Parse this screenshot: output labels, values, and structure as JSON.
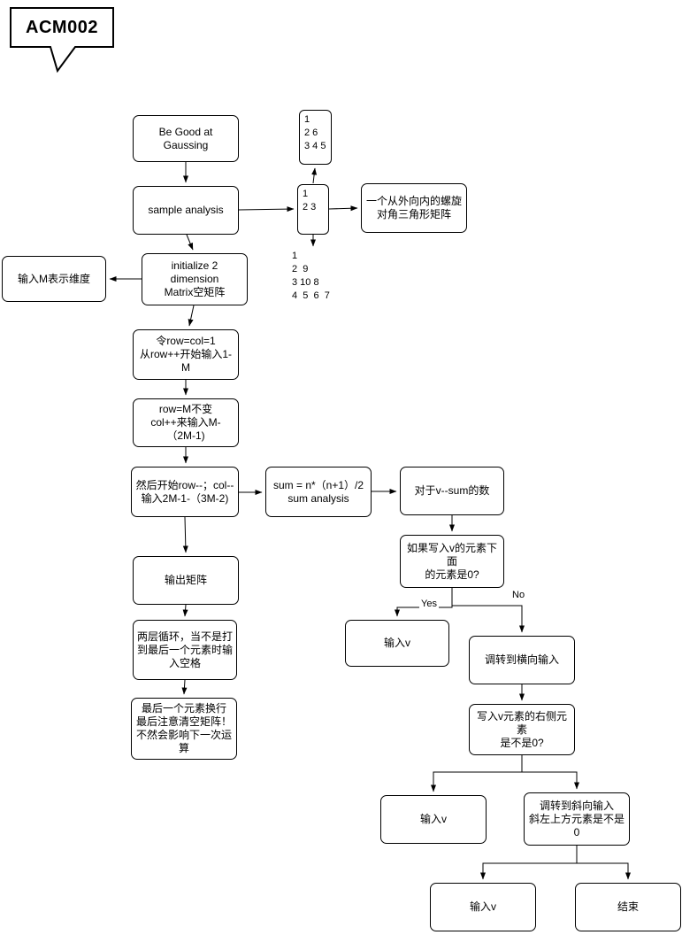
{
  "callout": {
    "label": "ACM002"
  },
  "nodes": {
    "gaussing": {
      "label": "Be Good at Gaussing"
    },
    "sample": {
      "label": "sample analysis"
    },
    "matrix1": {
      "label": "1\n2 6\n3 4 5"
    },
    "matrix12": {
      "label": "1\n2 3"
    },
    "spiral": {
      "label": "一个从外向内的螺旋\n对角三角形矩阵"
    },
    "matrix2": {
      "label": "1\n2  9\n3 10 8\n4  5  6  7"
    },
    "init": {
      "label": "initialize 2 dimension\nMatrix空矩阵"
    },
    "inputM": {
      "label": "输入M表示维度"
    },
    "rowcol": {
      "label": "令row=col=1\n从row++开始输入1-M"
    },
    "rowM": {
      "label": "row=M不变\ncol++来输入M-（2M-1)"
    },
    "rowdec": {
      "label": "然后开始row--；col--\n输入2M-1-（3M-2)"
    },
    "sum": {
      "label": "sum = n*（n+1）/2\nsum analysis"
    },
    "forv": {
      "label": "对于v--sum的数"
    },
    "below0": {
      "label": "如果写入v的元素下面\n的元素是0?"
    },
    "outputMatrix": {
      "label": "输出矩阵"
    },
    "twoLoop": {
      "label": "两层循环，当不是打\n到最后一个元素时输\n入空格"
    },
    "inputv1": {
      "label": "输入v"
    },
    "horizontal": {
      "label": "调转到横向输入"
    },
    "lastElem": {
      "label": "最后一个元素换行\n最后注意清空矩阵！\n不然会影响下一次运\n算"
    },
    "right0": {
      "label": "写入v元素的右侧元素\n是不是0?"
    },
    "inputv2": {
      "label": "输入v"
    },
    "diagonal": {
      "label": "调转到斜向输入\n斜左上方元素是不是0"
    },
    "inputv3": {
      "label": "输入v"
    },
    "end": {
      "label": "结束"
    }
  },
  "edge_labels": {
    "yes": "Yes",
    "no": "No"
  },
  "colors": {
    "stroke": "#000000",
    "background": "#ffffff"
  }
}
